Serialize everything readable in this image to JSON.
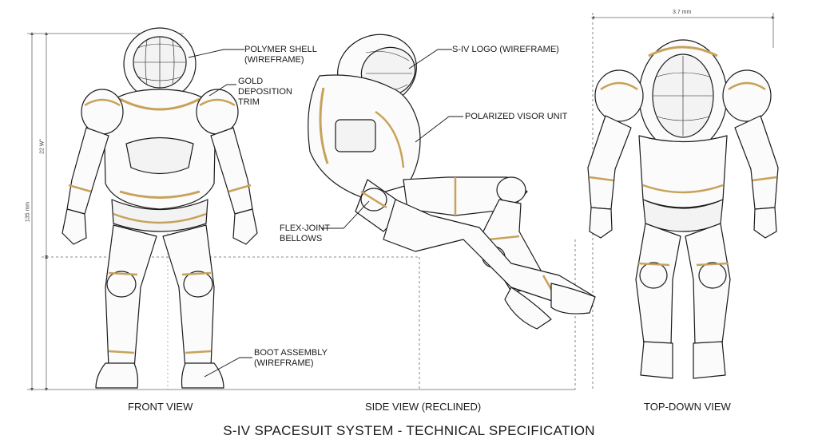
{
  "title": "S-IV SPACESUIT SYSTEM - TECHNICAL SPECIFICATION",
  "views": {
    "front": "FRONT VIEW",
    "side": "SIDE VIEW (RECLINED)",
    "top": "TOP-DOWN VIEW"
  },
  "callouts": {
    "polymer_shell": [
      "POLYMER SHELL",
      "(WIREFRAME)"
    ],
    "gold_trim": [
      "GOLD",
      "DEPOSITION",
      "TRIM"
    ],
    "boot_assembly": [
      "BOOT ASSEMBLY",
      "(WIREFRAME)"
    ],
    "logo": "S-IV LOGO (WIREFRAME)",
    "visor": "POLARIZED VISOR UNIT",
    "flex_joint": [
      "FLEX-JOINT",
      "BELLOWS"
    ]
  },
  "dimensions": {
    "height_total": "135 mm",
    "height_lower": "22 W\"",
    "width_top": "3.7 mm"
  },
  "colors": {
    "ink": "#1a1a1a",
    "gold": "#c8a25a",
    "dim_line": "#666666"
  }
}
